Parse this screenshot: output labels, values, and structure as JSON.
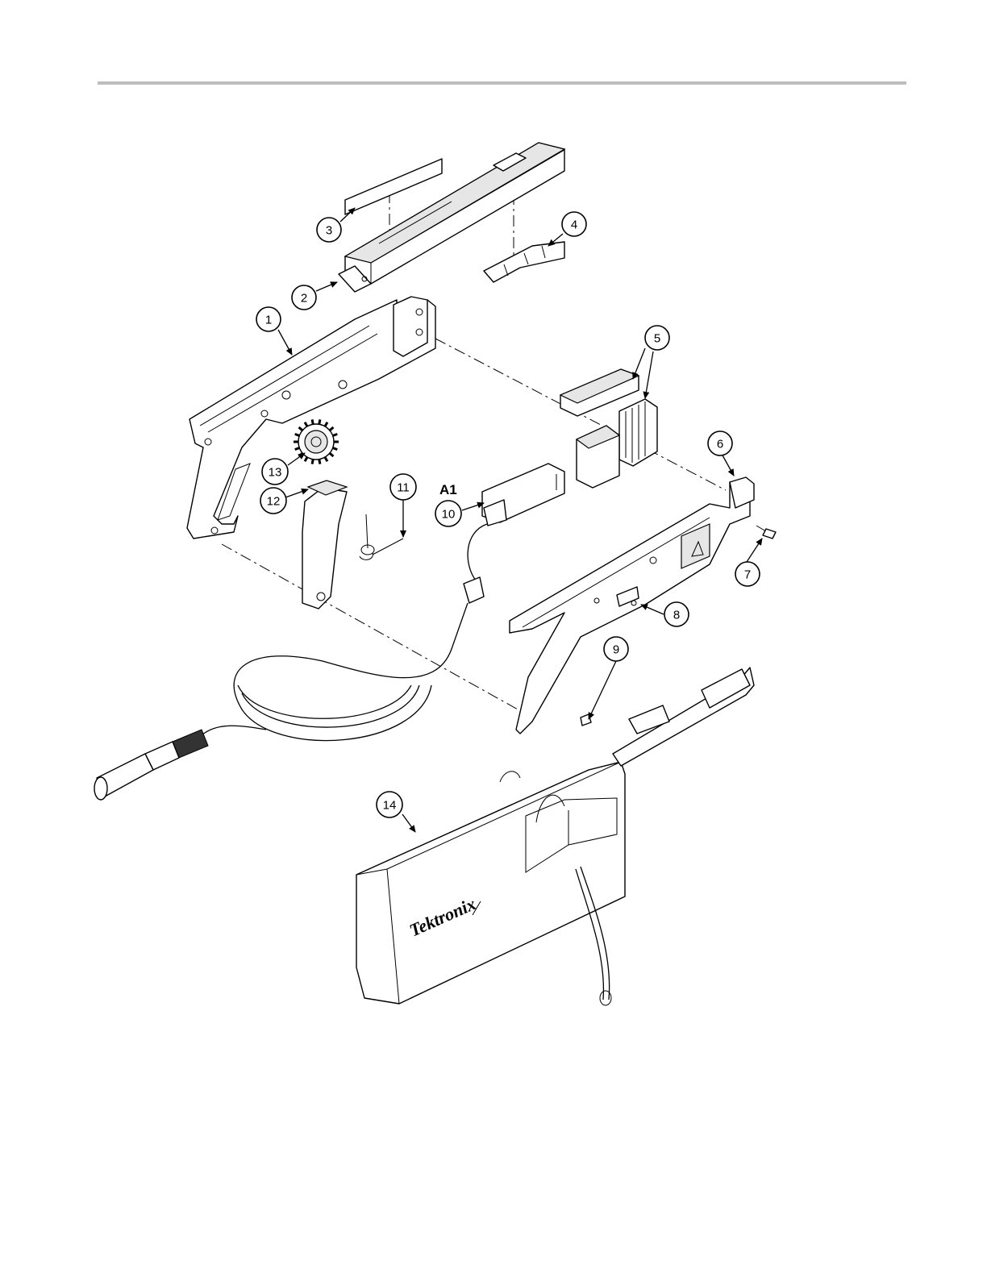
{
  "callouts": [
    "1",
    "2",
    "3",
    "4",
    "5",
    "6",
    "7",
    "8",
    "9",
    "10",
    "11",
    "12",
    "13",
    "14"
  ],
  "assembly_label": "A1",
  "pouch_brand": "Tektronix"
}
